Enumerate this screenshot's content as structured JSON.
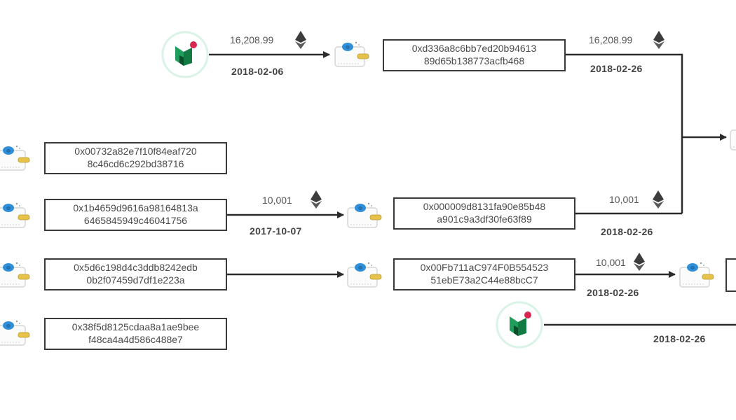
{
  "diagram": {
    "title": "",
    "currency_icon": "ethereum-icon",
    "colors": {
      "line": "#2b2b2b",
      "box_border": "#3a3a3a",
      "exchange_green": "#1f9d5a",
      "exchange_dark_green": "#0c4d2c",
      "exchange_red_dot": "#d8264f",
      "wallet_blue": "#2f8fd8",
      "wallet_yellow": "#e6c24a"
    },
    "addresses": [
      {
        "id": "a1",
        "line1": "0xd336a8c6bb7ed20b94613",
        "line2": "89d65b138773acfb468"
      },
      {
        "id": "a2",
        "line1": "0x00732a82e7f10f84eaf720",
        "line2": "8c46cd6c292bd38716"
      },
      {
        "id": "a3",
        "line1": "0x1b4659d9616a98164813a",
        "line2": "6465845949c46041756"
      },
      {
        "id": "a4",
        "line1": "0x5d6c198d4c3ddb8242edb",
        "line2": "0b2f07459d7df1e223a"
      },
      {
        "id": "a5",
        "line1": "0x38f5d8125cdaa8a1ae9bee",
        "line2": "f48ca4a4d586c488e7"
      },
      {
        "id": "a6",
        "line1": "0x000009d8131fa90e85b48",
        "line2": "a901c9a3df30fe63f89"
      },
      {
        "id": "a7",
        "line1": "0x00Fb711aC974F0B554523",
        "line2": "51ebE73a2C44e88bcC7"
      }
    ],
    "transfers": [
      {
        "id": "t1",
        "amount": "16,208.99",
        "date": "2018-02-06"
      },
      {
        "id": "t2",
        "amount": "16,208.99",
        "date": "2018-02-26"
      },
      {
        "id": "t3",
        "amount": "10,001",
        "date": "2017-10-07"
      },
      {
        "id": "t4",
        "amount": "10,001",
        "date": "2018-02-26"
      },
      {
        "id": "t5",
        "amount": "10,001",
        "date": "2018-02-26"
      },
      {
        "id": "t6",
        "amount": "",
        "date": "2018-02-26"
      }
    ],
    "nodes": {
      "exchange_icon": "exchange-logo-icon",
      "wallet_icon": "wallet-icon"
    }
  }
}
